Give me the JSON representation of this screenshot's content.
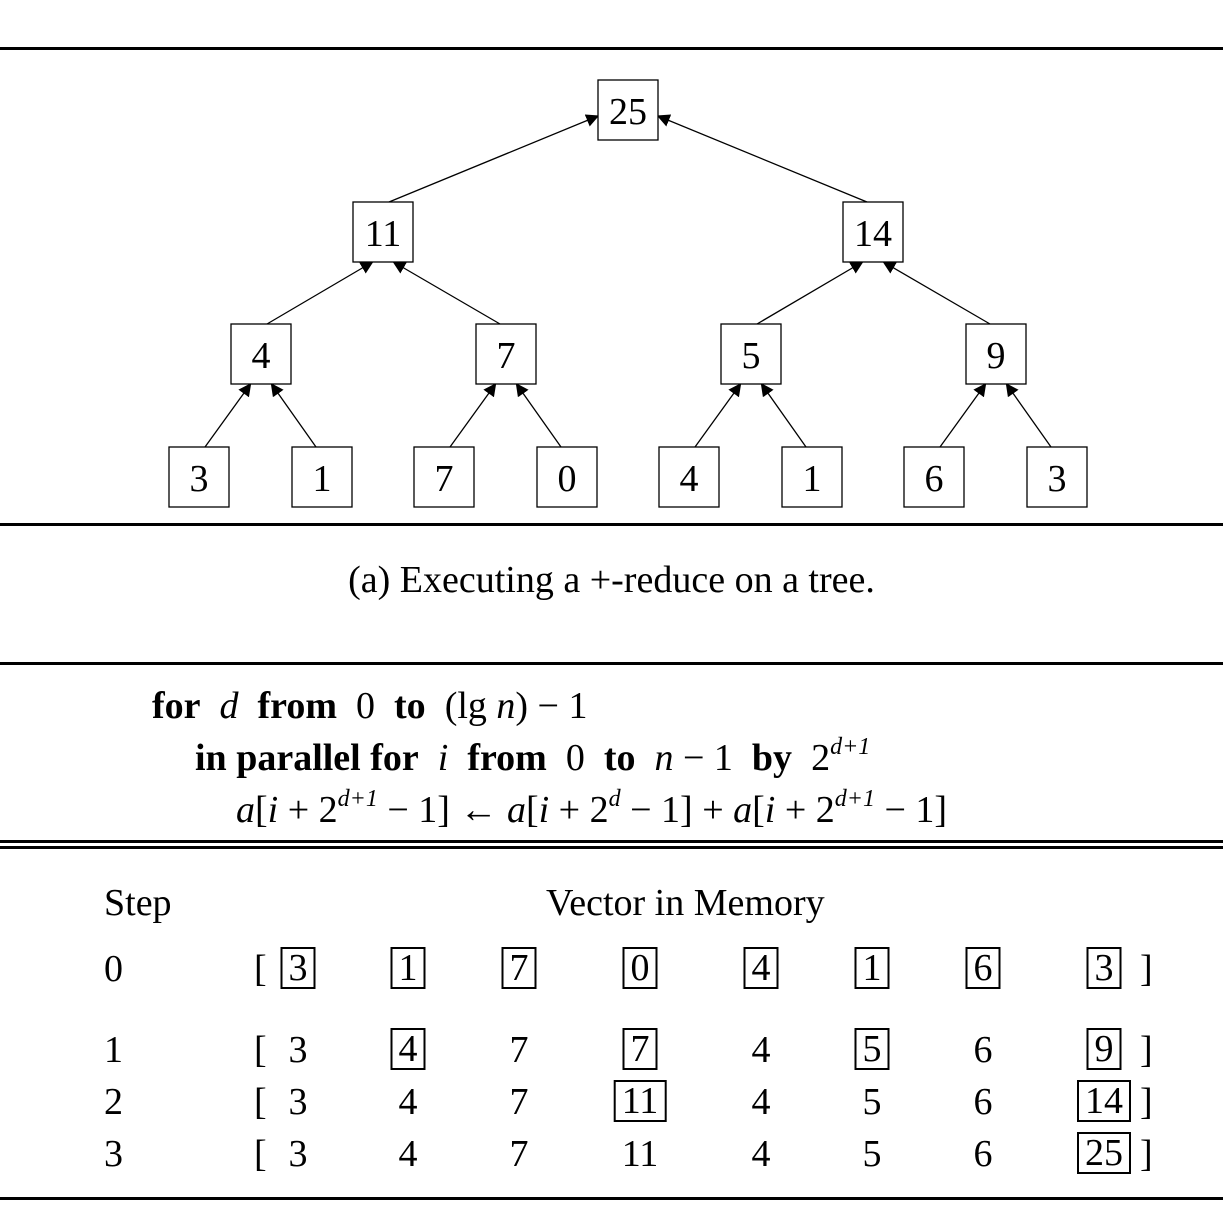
{
  "tree": {
    "root": "25",
    "level1": [
      "11",
      "14"
    ],
    "level2": [
      "4",
      "7",
      "5",
      "9"
    ],
    "leaves": [
      "3",
      "1",
      "7",
      "0",
      "4",
      "1",
      "6",
      "3"
    ]
  },
  "caption": "(a) Executing a +-reduce on a tree.",
  "algorithm": {
    "line1": {
      "kw_for": "for",
      "var_d": "d",
      "kw_from": "from",
      "start": "0",
      "kw_to": "to",
      "end_pre": "(lg ",
      "end_n": "n",
      "end_post": ") − 1"
    },
    "line2": {
      "kw_in_parallel_for": "in parallel for",
      "var_i": "i",
      "kw_from": "from",
      "start": "0",
      "kw_to": "to",
      "end_n": "n",
      "end_post": " − 1",
      "kw_by": "by",
      "step_base": "2",
      "step_exp": "d+1"
    },
    "line3": {
      "a1": "a",
      "lb1": "[",
      "i1": "i",
      "plus1": " + 2",
      "exp1": "d+1",
      "rest1": " − 1] ← ",
      "a2": "a",
      "lb2": "[",
      "i2": "i",
      "plus2": " + 2",
      "exp2": "d",
      "rest2": " − 1] + ",
      "a3": "a",
      "lb3": "[",
      "i3": "i",
      "plus3": " + 2",
      "exp3": "d+1",
      "rest3": " − 1]"
    }
  },
  "table": {
    "header_step": "Step",
    "header_vector": "Vector in Memory",
    "open_bracket": "[",
    "close_bracket": "]",
    "rows": [
      {
        "step": "0",
        "values": [
          "3",
          "1",
          "7",
          "0",
          "4",
          "1",
          "6",
          "3"
        ],
        "boxed": [
          true,
          true,
          true,
          true,
          true,
          true,
          true,
          true
        ]
      },
      {
        "step": "1",
        "values": [
          "3",
          "4",
          "7",
          "7",
          "4",
          "5",
          "6",
          "9"
        ],
        "boxed": [
          false,
          true,
          false,
          true,
          false,
          true,
          false,
          true
        ]
      },
      {
        "step": "2",
        "values": [
          "3",
          "4",
          "7",
          "11",
          "4",
          "5",
          "6",
          "14"
        ],
        "boxed": [
          false,
          false,
          false,
          true,
          false,
          false,
          false,
          true
        ]
      },
      {
        "step": "3",
        "values": [
          "3",
          "4",
          "7",
          "11",
          "4",
          "5",
          "6",
          "25"
        ],
        "boxed": [
          false,
          false,
          false,
          false,
          false,
          false,
          false,
          true
        ]
      }
    ]
  }
}
